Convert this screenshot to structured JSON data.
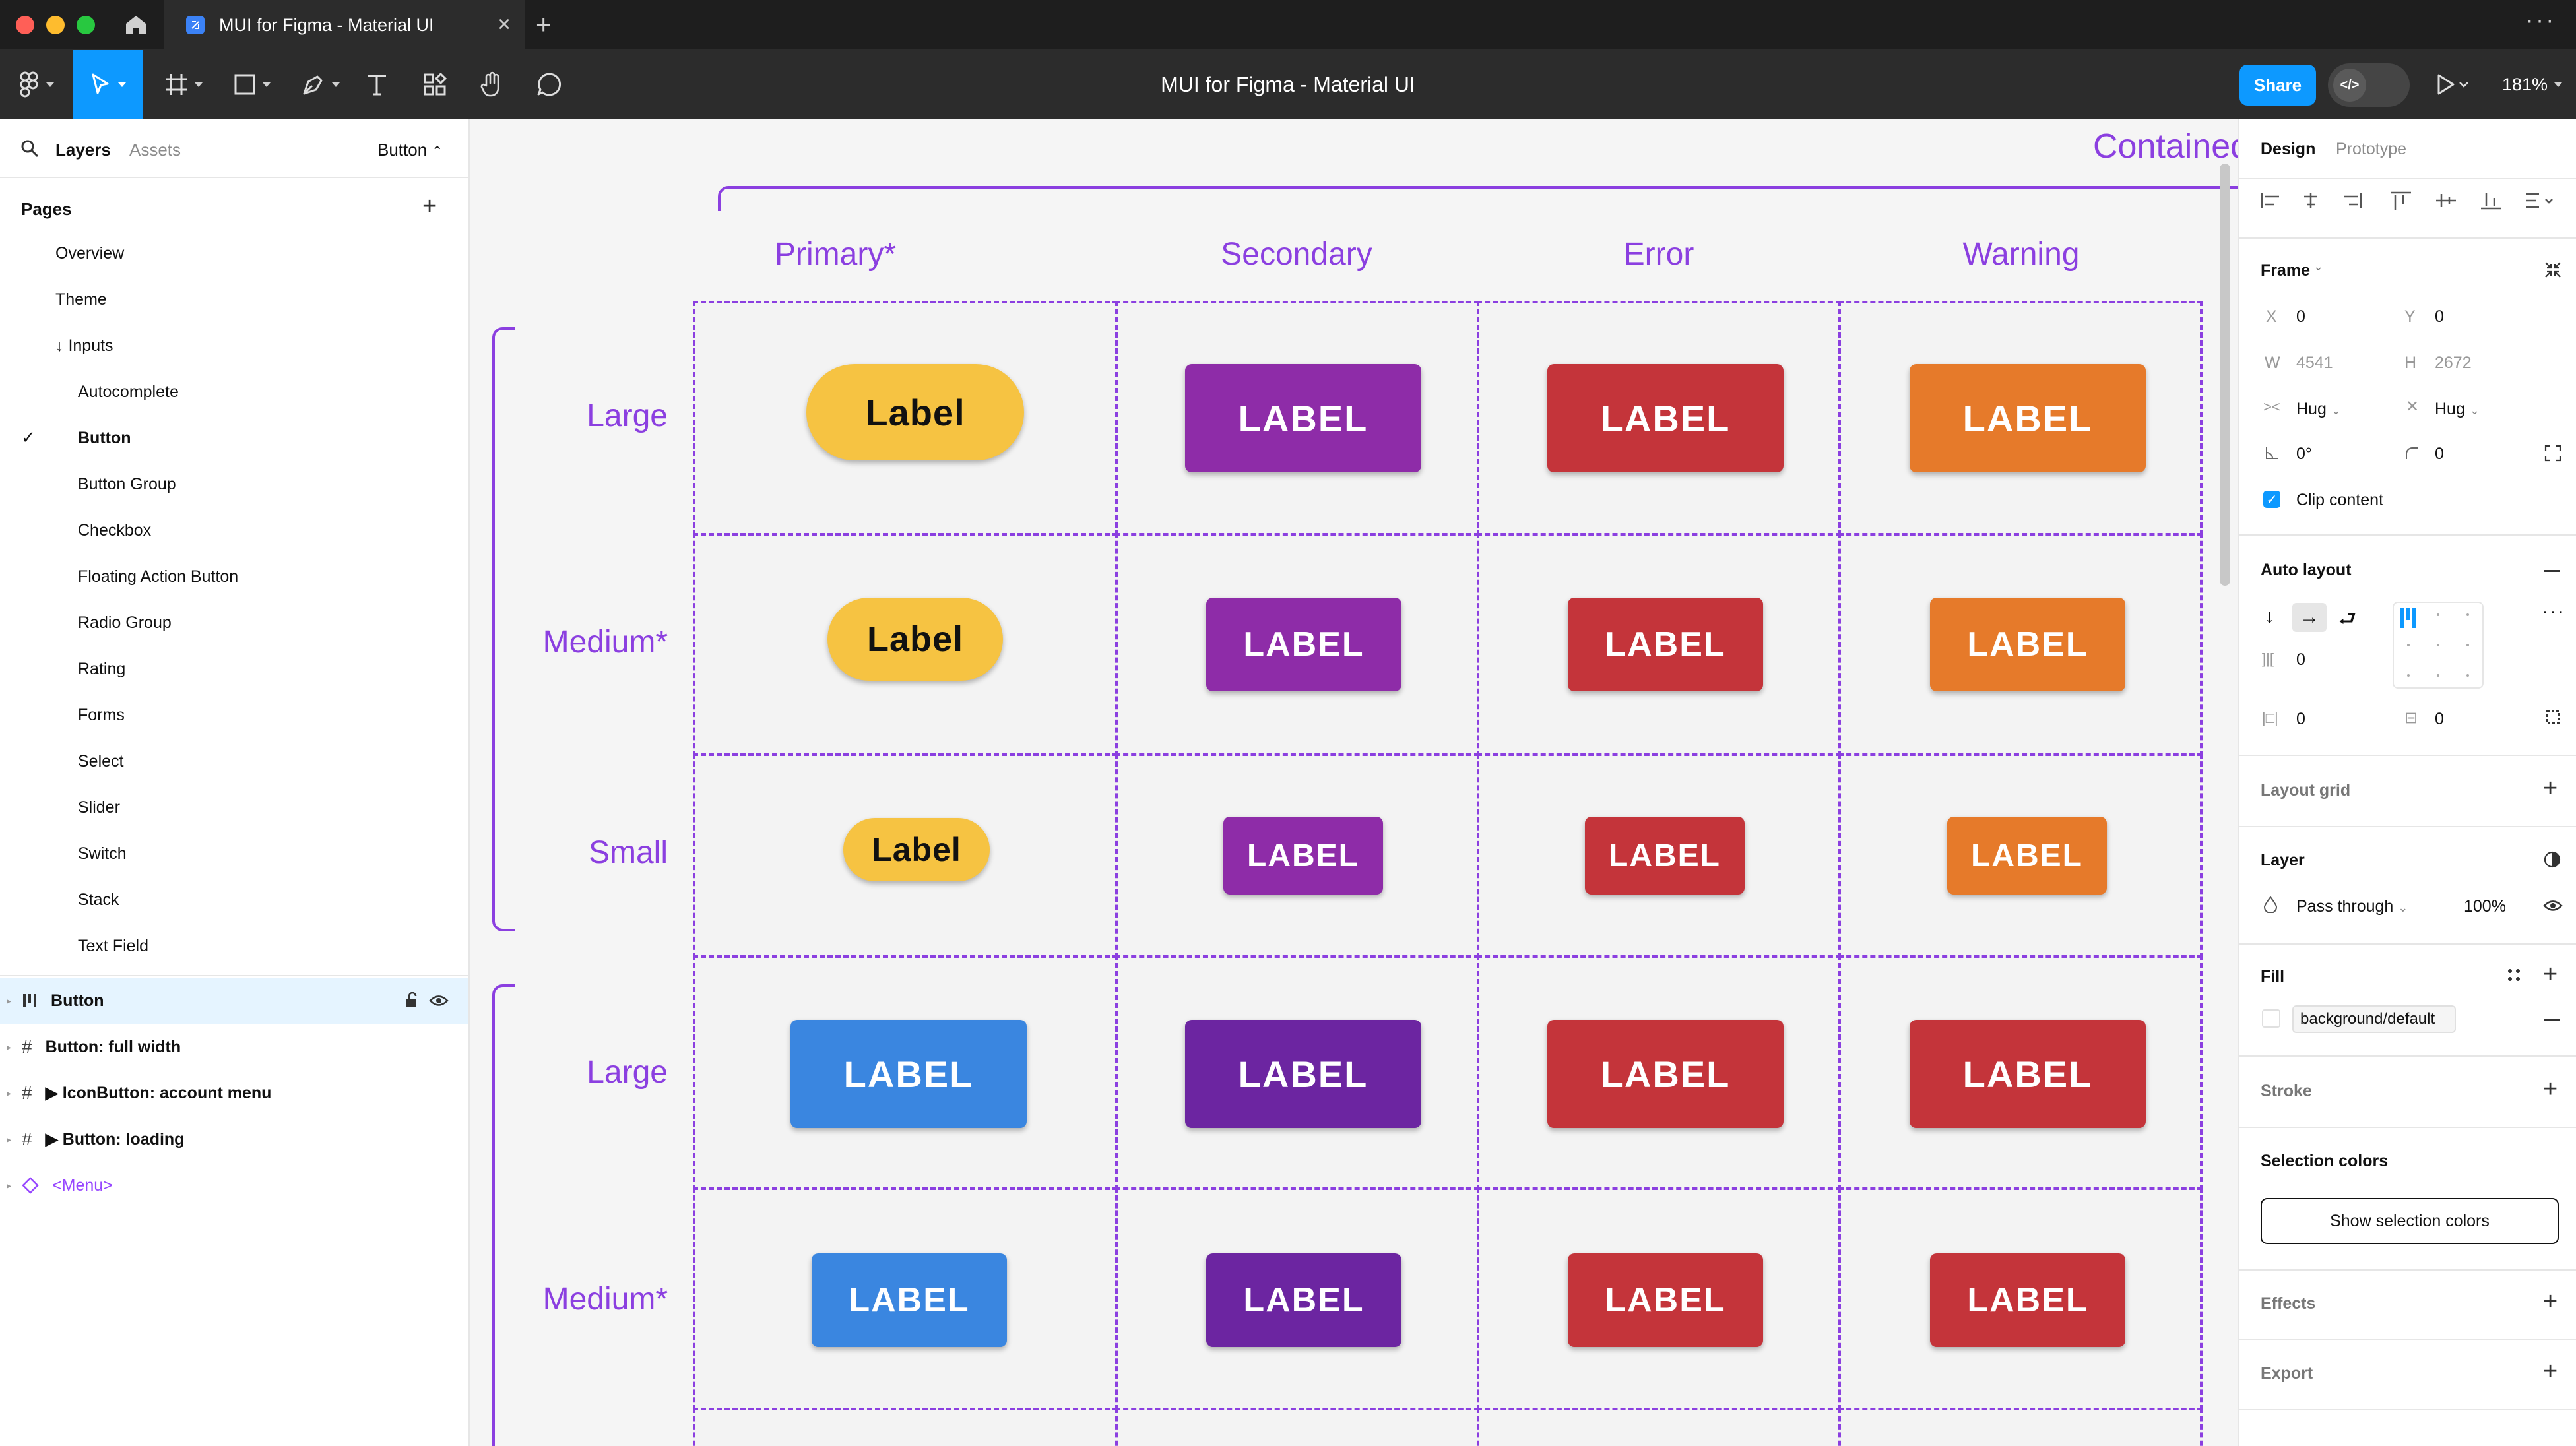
{
  "window": {
    "tab_title": "MUI for Figma - Material UI",
    "doc_title": "MUI for Figma - Material UI"
  },
  "toolbar": {
    "share_label": "Share",
    "zoom": "181%"
  },
  "left_panel": {
    "tabs": [
      "Layers",
      "Assets"
    ],
    "page_selector": "Button",
    "pages_title": "Pages",
    "pages": [
      "Overview",
      "Theme",
      "↓ Inputs",
      "Autocomplete",
      "Button",
      "Button Group",
      "Checkbox",
      "Floating Action Button",
      "Radio Group",
      "Rating",
      "Forms",
      "Select",
      "Slider",
      "Switch",
      "Stack",
      "Text Field"
    ],
    "current_page": "Button",
    "layers": [
      "Button",
      "Button: full width",
      "▶ IconButton: account menu",
      "▶ Button: loading",
      "<Menu>"
    ]
  },
  "canvas": {
    "section_title": "Contained",
    "columns": [
      "Primary*",
      "Secondary",
      "Error",
      "Warning"
    ],
    "rows": [
      "Large",
      "Medium*",
      "Small",
      "Large",
      "Medium*"
    ],
    "buttons": [
      [
        "Label",
        "LABEL",
        "LABEL",
        "LABEL"
      ],
      [
        "Label",
        "LABEL",
        "LABEL",
        "LABEL"
      ],
      [
        "Label",
        "LABEL",
        "LABEL",
        "LABEL"
      ],
      [
        "LABEL",
        "LABEL",
        "LABEL",
        "LABEL"
      ],
      [
        "LABEL",
        "LABEL",
        "LABEL",
        "LABEL"
      ]
    ],
    "colors": {
      "accent": "#8b3fe0",
      "yellow": "#f6c342",
      "purple": "#8e2ca8",
      "purple_dark": "#6c25a1",
      "red": "#c4343a",
      "orange": "#e67a2a",
      "blue": "#3a86e0"
    }
  },
  "right_panel": {
    "tabs": [
      "Design",
      "Prototype"
    ],
    "frame": {
      "title": "Frame",
      "x_label": "X",
      "x": "0",
      "y_label": "Y",
      "y": "0",
      "w_label": "W",
      "w": "4541",
      "h_label": "H",
      "h": "2672",
      "hug_w": "Hug",
      "hug_h": "Hug",
      "rotation": "0°",
      "radius": "0",
      "clip_content": "Clip content"
    },
    "auto_layout": {
      "title": "Auto layout",
      "gap": "0",
      "pad_h": "0",
      "pad_v": "0"
    },
    "layout_grid": "Layout grid",
    "layer": {
      "title": "Layer",
      "blend": "Pass through",
      "opacity": "100%"
    },
    "fill": {
      "title": "Fill",
      "style": "background/default"
    },
    "stroke": "Stroke",
    "selection_colors": {
      "title": "Selection colors",
      "button": "Show selection colors"
    },
    "effects": "Effects",
    "export": "Export"
  }
}
